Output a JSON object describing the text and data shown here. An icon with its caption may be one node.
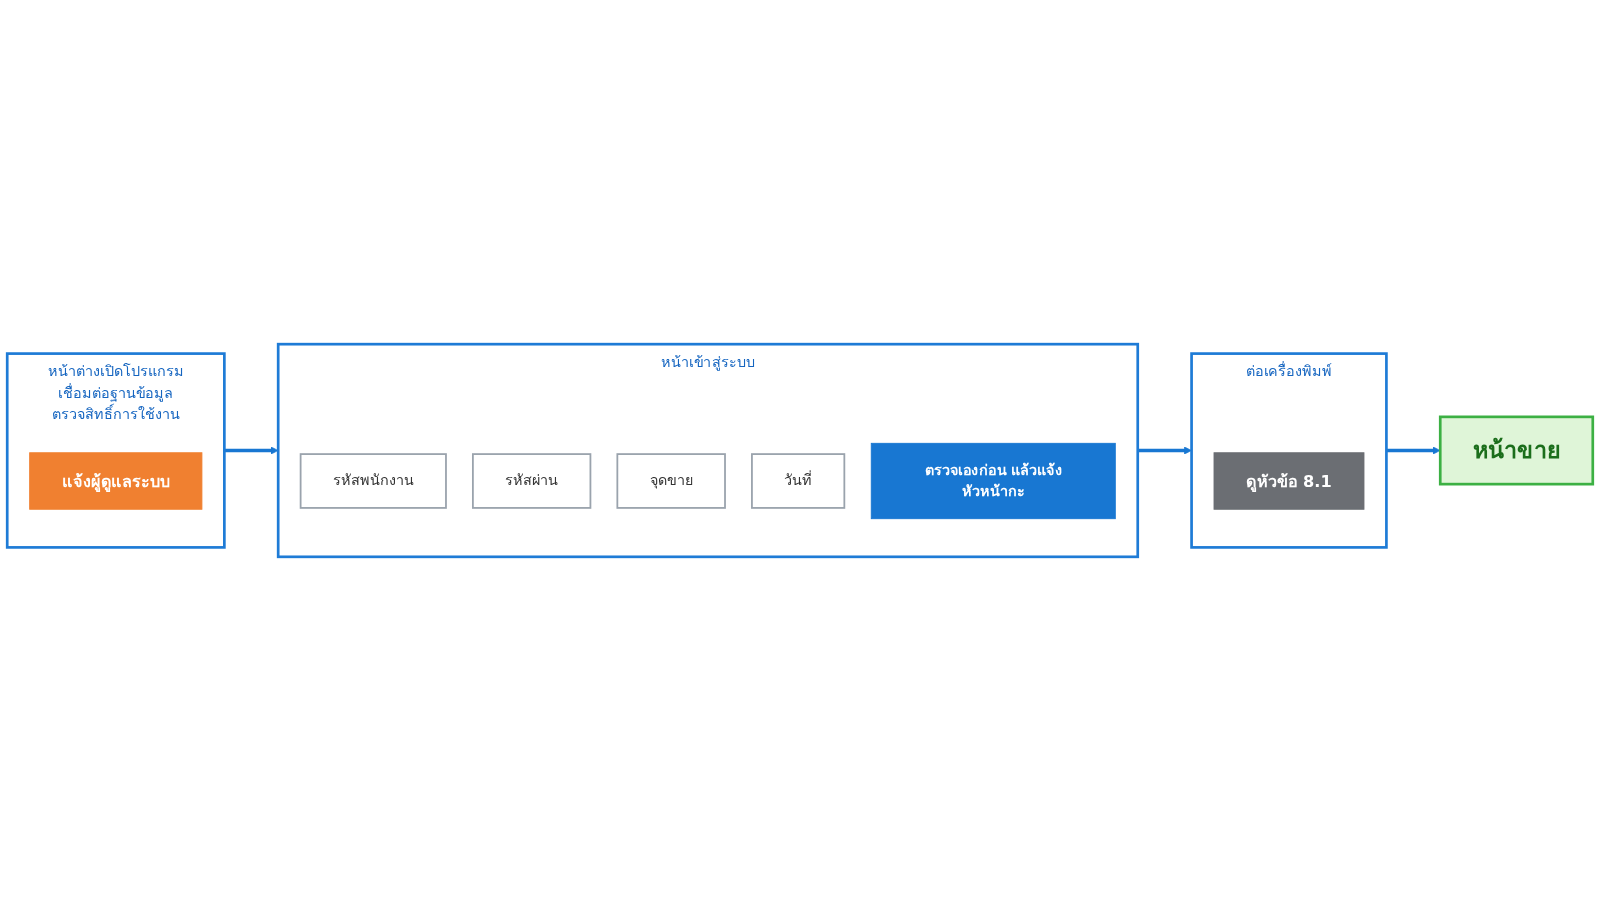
{
  "diagram": {
    "nodes": [
      {
        "text": [
          "หน้าต่างเปิดโปรแกรม",
          "เชื่อมต่อฐานข้อมูล",
          "ตรวจสิทธิ์การใช้งาน"
        ]
      },
      {
        "text": [
          "แจ้งผู้ดูแลระบบ"
        ],
        "in": 0
      },
      {
        "text": [
          "หน้าเข้าสู่ระบบ"
        ]
      },
      {
        "text": [
          "รหัสพนักงาน"
        ],
        "in": 2
      },
      {
        "text": [
          "รหัสผ่าน"
        ],
        "in": 2
      },
      {
        "text": [
          "จุดขาย"
        ],
        "in": 2
      },
      {
        "text": [
          "วันที่"
        ],
        "in": 2
      },
      {
        "text": [
          "ตรวจเองก่อน แล้วแจ้งหัวหน้ากะ"
        ],
        "in": 2
      },
      {
        "text": [
          "ต่อเครื่องพิมพ์"
        ]
      },
      {
        "text": [
          "ดูหัวข้อ 8.1"
        ],
        "in": 8
      },
      {
        "text": [
          "หน้าขาย"
        ]
      }
    ],
    "edges": [
      {
        "from": 0,
        "to": 2,
        "arrow": "to"
      },
      {
        "from": 2,
        "to": 8,
        "arrow": "to"
      },
      {
        "from": 8,
        "to": 10,
        "arrow": "to"
      }
    ]
  }
}
